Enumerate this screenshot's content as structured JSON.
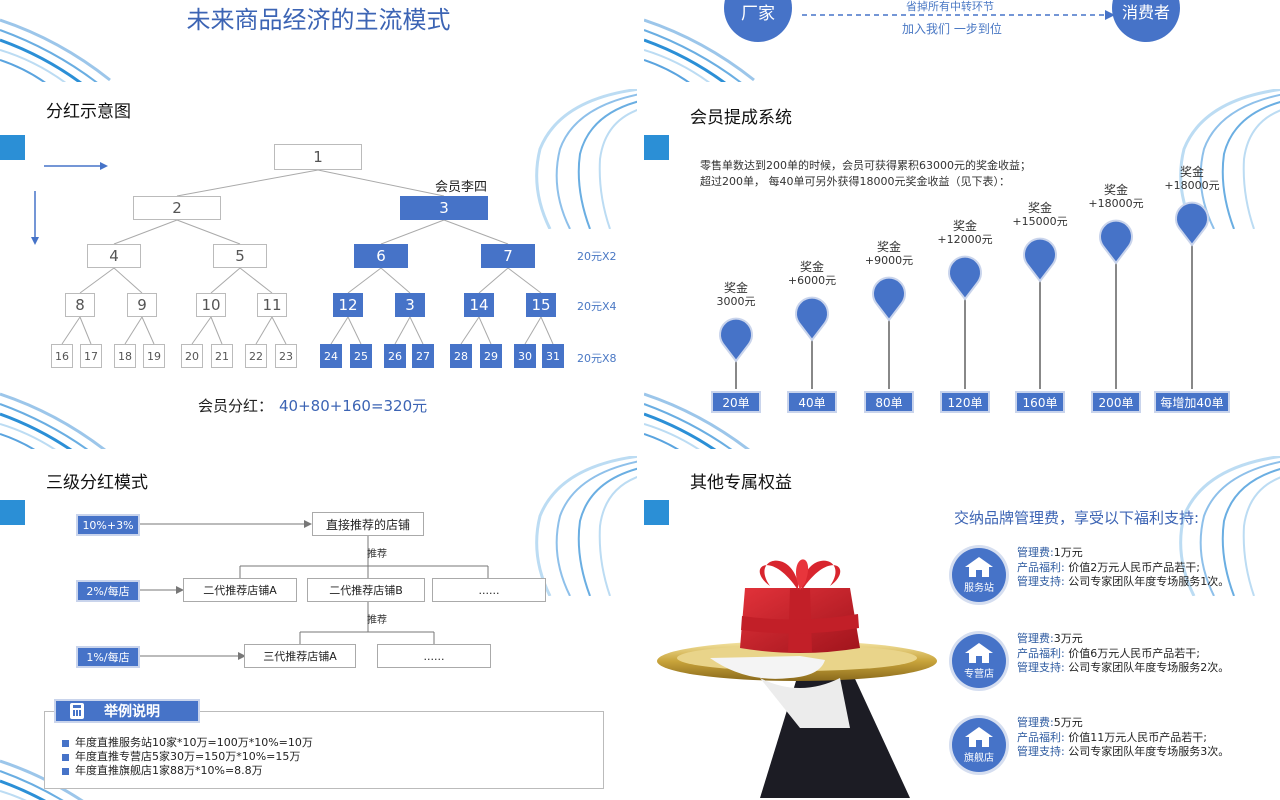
{
  "colors": {
    "accent": "#4673c8",
    "square": "#2b8fd6",
    "text_blue": "#4a78c4"
  },
  "top_left": {
    "title": "未来商品经济的主流模式"
  },
  "top_right": {
    "left_circle": "厂家",
    "right_circle": "消费者",
    "arrow_top": "省掉所有中转环节",
    "arrow_bottom": "加入我们 一步到位"
  },
  "dividend_slide": {
    "title": "分红示意图",
    "member_label": "会员李四",
    "level_labels": [
      "20元X2",
      "20元X4",
      "20元X8"
    ],
    "tree": {
      "l1": [
        "1"
      ],
      "l2": [
        "2",
        "3"
      ],
      "l3": [
        "4",
        "5",
        "6",
        "7"
      ],
      "l4": [
        "8",
        "9",
        "10",
        "11",
        "12",
        "3",
        "14",
        "15"
      ],
      "l5": [
        "16",
        "17",
        "18",
        "19",
        "20",
        "21",
        "22",
        "23",
        "24",
        "25",
        "26",
        "27",
        "28",
        "29",
        "30",
        "31"
      ]
    },
    "summary_label": "会员分红：",
    "summary_formula": "40+80+160=320元"
  },
  "member_slide": {
    "title": "会员提成系统",
    "desc_line1": "零售单数达到200单的时候，会员可获得累积63000元的奖金收益；",
    "desc_line2": "超过200单， 每40单可另外获得18000元奖金收益（见下表）：",
    "stages": [
      {
        "label": "20单",
        "bonus_title": "奖金",
        "bonus_value": "3000元"
      },
      {
        "label": "40单",
        "bonus_title": "奖金",
        "bonus_value": "+6000元"
      },
      {
        "label": "80单",
        "bonus_title": "奖金",
        "bonus_value": "+9000元"
      },
      {
        "label": "120单",
        "bonus_title": "奖金",
        "bonus_value": "+12000元"
      },
      {
        "label": "160单",
        "bonus_title": "奖金",
        "bonus_value": "+15000元"
      },
      {
        "label": "200单",
        "bonus_title": "奖金",
        "bonus_value": "+18000元"
      },
      {
        "label": "每增加40单",
        "bonus_title": "奖金",
        "bonus_value": "+18000元"
      }
    ]
  },
  "three_level_slide": {
    "title": "三级分红模式",
    "tags": [
      "10%+3%",
      "2%/每店",
      "1%/每店"
    ],
    "direct_store": "直接推荐的店铺",
    "recommend_label": "推荐",
    "second_level": [
      "二代推荐店铺A",
      "二代推荐店铺B",
      "......"
    ],
    "third_level": [
      "三代推荐店铺A",
      "......"
    ],
    "example_title": "举例说明",
    "examples": [
      "年度直推服务站10家*10万=100万*10%=10万",
      "年度直推专营店5家30万=150万*10%=15万",
      "年度直推旗舰店1家88万*10%=8.8万"
    ]
  },
  "benefits_slide": {
    "title": "其他专属权益",
    "headline": "交纳品牌管理费，享受以下福利支持:",
    "items": [
      {
        "icon_label": "服务站",
        "fee_k": "管理费:",
        "fee_v": "1万元",
        "prod_k": "产品福利:",
        "prod_v": "价值2万元人民币产品若干;",
        "sup_k": "管理支持:",
        "sup_v": "公司专家团队年度专场服务1次。"
      },
      {
        "icon_label": "专营店",
        "fee_k": "管理费:",
        "fee_v": "3万元",
        "prod_k": "产品福利:",
        "prod_v": "价值6万元人民币产品若干;",
        "sup_k": "管理支持:",
        "sup_v": "公司专家团队年度专场服务2次。"
      },
      {
        "icon_label": "旗舰店",
        "fee_k": "管理费:",
        "fee_v": "5万元",
        "prod_k": "产品福利:",
        "prod_v": "价值11万元人民币产品若干;",
        "sup_k": "管理支持:",
        "sup_v": "公司专家团队年度专场服务3次。"
      }
    ]
  }
}
